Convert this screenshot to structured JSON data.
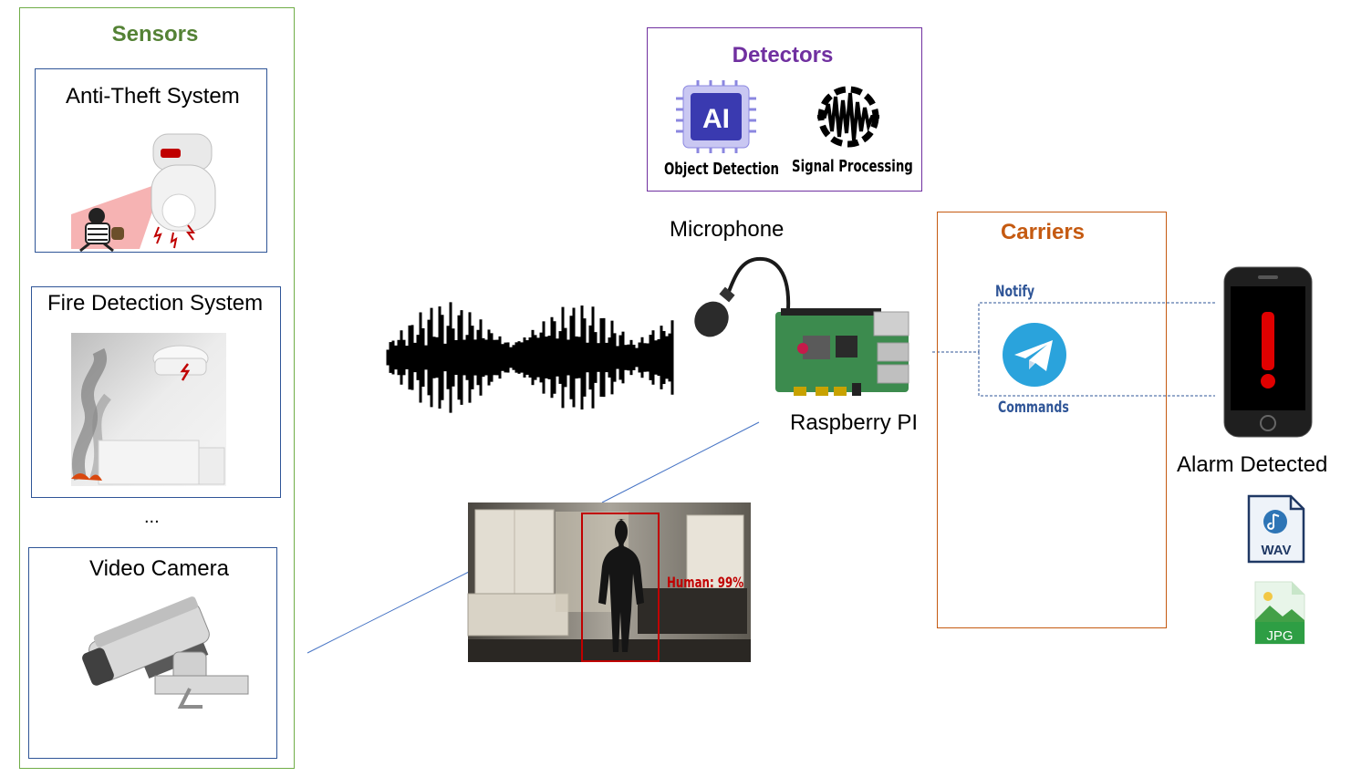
{
  "sensors": {
    "title": "Sensors",
    "title_color": "#548235",
    "border_color": "#70ad47",
    "items": [
      {
        "label": "Anti-Theft System"
      },
      {
        "label": "Fire Detection System"
      },
      {
        "label": "Video Camera"
      }
    ],
    "ellipsis": "..."
  },
  "detectors": {
    "title": "Detectors",
    "title_color": "#7030a0",
    "border_color": "#7030a0",
    "items": [
      {
        "label": "Object Detection",
        "icon": "ai-chip-icon"
      },
      {
        "label": "Signal Processing",
        "icon": "waveform-gear-icon"
      }
    ]
  },
  "hub": {
    "microphone_label": "Microphone",
    "device_label": "Raspberry PI"
  },
  "detection": {
    "label": "Human: 99%",
    "color": "#c00000"
  },
  "carriers": {
    "title": "Carriers",
    "title_color": "#c55a11",
    "border_color": "#c55a11",
    "notify_label": "Notify",
    "commands_label": "Commands",
    "link_label_color": "#2f5597",
    "messenger_icon": "telegram-icon"
  },
  "alarm": {
    "label": "Alarm Detected",
    "files": [
      {
        "ext": "WAV",
        "icon": "wav-file-icon"
      },
      {
        "ext": "JPG",
        "icon": "jpg-file-icon"
      }
    ]
  }
}
